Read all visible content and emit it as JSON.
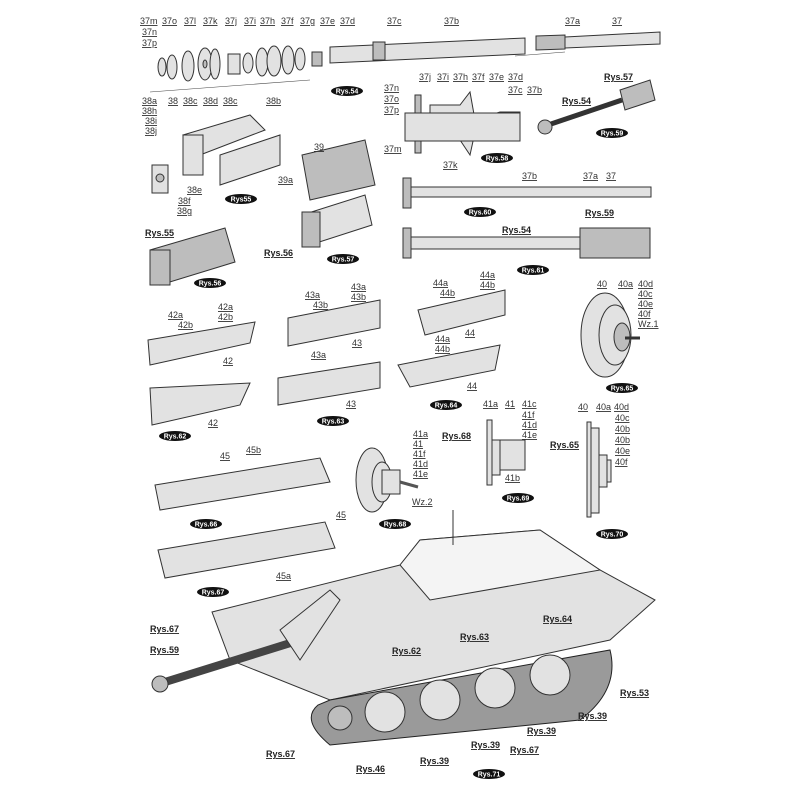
{
  "fig54": {
    "badge": "Rys.54",
    "labels": [
      "37m",
      "37o",
      "37l",
      "37k",
      "37j",
      "37i",
      "37h",
      "37f",
      "37g",
      "37e",
      "37d",
      "37c",
      "37b",
      "37a",
      "37",
      "37n",
      "37p"
    ]
  },
  "fig58": {
    "badge": "Rys.58",
    "labels": [
      "37j",
      "37i",
      "37h",
      "37f",
      "37e",
      "37d",
      "37c",
      "37b",
      "37n",
      "37o",
      "37p",
      "37m",
      "37k"
    ]
  },
  "fig59": {
    "badge": "Rys.59",
    "labels": [
      "Rys.57",
      "Rys.54"
    ]
  },
  "fig55": {
    "badge": "Rys55",
    "labels": [
      "38a",
      "38h",
      "38i",
      "38j",
      "38",
      "38c",
      "38d",
      "38c",
      "38b",
      "38e",
      "38f",
      "38g"
    ]
  },
  "fig57": {
    "badge": "Rys.57",
    "labels": [
      "39",
      "39a",
      "Rys.56"
    ]
  },
  "fig60": {
    "badge": "Rys.60",
    "labels": [
      "37b",
      "37a",
      "37"
    ]
  },
  "fig61": {
    "badge": "Rys.61",
    "labels": [
      "Rys.59",
      "Rys.54"
    ]
  },
  "fig56": {
    "badge": "Rys.56",
    "labels": [
      "Rys.55"
    ]
  },
  "fig62": {
    "badge": "Rys.62",
    "labels": [
      "42a",
      "42b",
      "42",
      "42a",
      "42",
      "42b"
    ]
  },
  "fig63": {
    "badge": "Rys.63",
    "labels": [
      "43a",
      "43b",
      "43a",
      "43b",
      "43",
      "43a",
      "43"
    ]
  },
  "fig64": {
    "badge": "Rys.64",
    "labels": [
      "44a",
      "44b",
      "44a",
      "44b",
      "44",
      "44a",
      "44b",
      "44"
    ]
  },
  "fig65": {
    "badge": "Rys.65",
    "labels": [
      "40",
      "40a",
      "40d",
      "40c",
      "40e",
      "40f",
      "Wz.1"
    ]
  },
  "fig66": {
    "badge": "Rys.66",
    "labels": [
      "45",
      "45b"
    ]
  },
  "fig67": {
    "badge": "Rys.67",
    "labels": [
      "45",
      "45a"
    ]
  },
  "fig68": {
    "badge": "Rys.68",
    "labels": [
      "41a",
      "41",
      "41f",
      "41d",
      "41e",
      "Wz.2"
    ]
  },
  "fig69": {
    "badge": "Rys.69",
    "labels": [
      "41a",
      "41",
      "41c",
      "41f",
      "41d",
      "41e",
      "Rys.68",
      "41b"
    ]
  },
  "fig70": {
    "badge": "Rys.70",
    "labels": [
      "40",
      "40a",
      "40d",
      "40c",
      "40b",
      "40b",
      "40e",
      "40f",
      "Rys.65"
    ]
  },
  "fig71": {
    "badge": "Rys.71",
    "labels": [
      "Rys.67",
      "Rys.59",
      "Rys.62",
      "Rys.63",
      "Rys.64",
      "Rys.53",
      "Rys.39",
      "Rys.39",
      "Rys.67",
      "Rys.39",
      "Rys.39",
      "Rys.67",
      "Rys.46"
    ]
  }
}
